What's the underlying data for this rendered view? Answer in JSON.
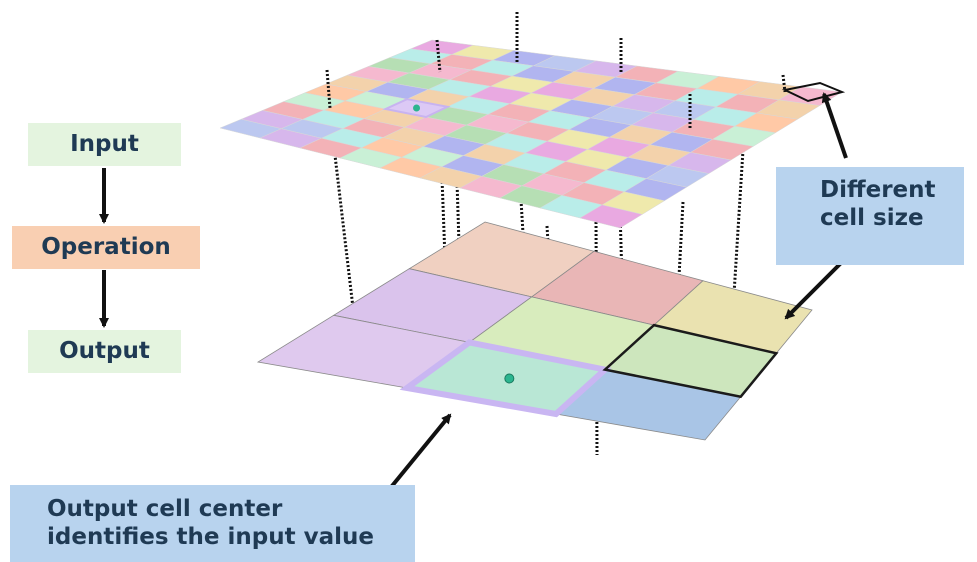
{
  "flow": {
    "input": "Input",
    "operation": "Operation",
    "output": "Output"
  },
  "callouts": {
    "cell_size_line1": "Different",
    "cell_size_line2": "cell size",
    "center_line1": "Output cell center",
    "center_line2": "identifies the input value"
  },
  "colors": {
    "input_box": "#e4f4df",
    "operation_box": "#f9cfb2",
    "output_box": "#e4f4df",
    "callout_box": "#b8d3ee",
    "text": "#1f3a54"
  },
  "output_grid_colors": [
    [
      "#f0d0c1",
      "#e9b6b6",
      "#eae2b0"
    ],
    [
      "#dac3ec",
      "#d8ecbd",
      "#cde6bd"
    ],
    [
      "#dfc9ee",
      "#b9e7d5",
      "#a9c5e6"
    ]
  ],
  "input_palette": [
    "#e9a9e1",
    "#f3b2b7",
    "#b6dfb4",
    "#bcc8f0",
    "#f3d2ab",
    "#efe9ac",
    "#c9f0d6",
    "#b9ede9",
    "#d7b7ec",
    "#f5b9cf",
    "#b1b5f0",
    "#ffc9a6"
  ]
}
